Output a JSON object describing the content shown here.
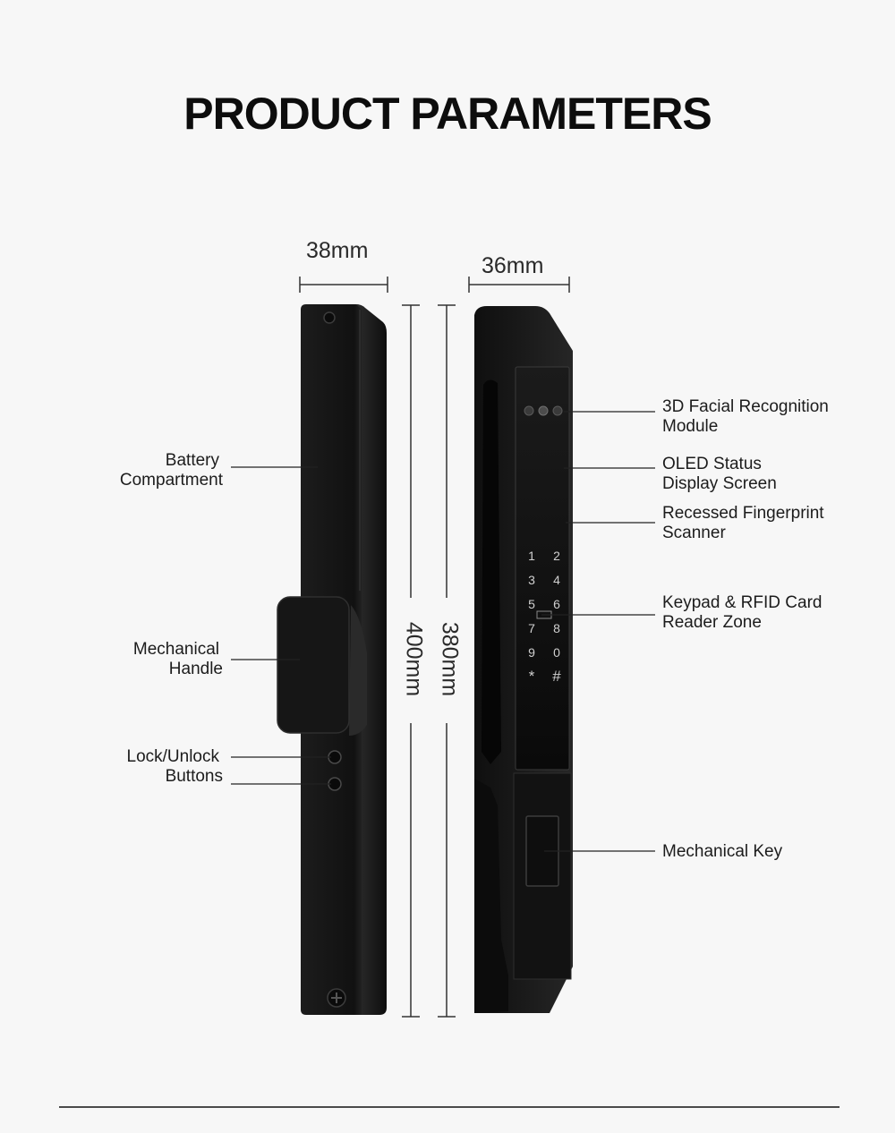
{
  "title": "PRODUCT PARAMETERS",
  "dimensions": {
    "back_width": "38mm",
    "front_width": "36mm",
    "back_height": "400mm",
    "front_height": "380mm"
  },
  "left_labels": {
    "battery": [
      "Battery",
      "Compartment"
    ],
    "handle": [
      "Mechanical",
      "Handle"
    ],
    "buttons": [
      "Lock/Unlock",
      "Buttons"
    ]
  },
  "right_labels": {
    "face": [
      "3D Facial Recognition",
      "Module"
    ],
    "oled": [
      "OLED Status",
      "Display Screen"
    ],
    "fingerprint": [
      "Recessed Fingerprint",
      "Scanner"
    ],
    "keypad": [
      "Keypad & RFID Card",
      "Reader Zone"
    ],
    "key": [
      "Mechanical Key"
    ]
  },
  "keypad_keys": [
    "1",
    "2",
    "3",
    "4",
    "5",
    "6",
    "7",
    "8",
    "9",
    "0",
    "*",
    "#"
  ],
  "colors": {
    "lock_body": "#141414",
    "lock_edge": "#2e2e2e",
    "line": "#222222"
  }
}
